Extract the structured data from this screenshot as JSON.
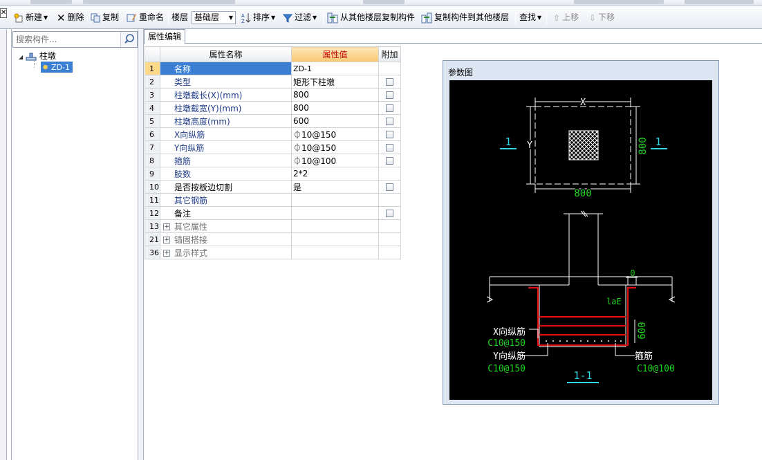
{
  "toolbar": {
    "new_label": "新建",
    "delete_label": "删除",
    "copy_label": "复制",
    "rename_label": "重命名",
    "floor_label": "楼层",
    "floor_value": "基础层",
    "sort_label": "排序",
    "filter_label": "过滤",
    "copy_from_floor_label": "从其他楼层复制构件",
    "copy_to_floor_label": "复制构件到其他楼层",
    "find_label": "查找",
    "move_up_label": "上移",
    "move_down_label": "下移"
  },
  "search": {
    "placeholder": "搜索构件..."
  },
  "tree": {
    "root_label": "柱墩",
    "child_label": "ZD-1"
  },
  "tabs": [
    {
      "label": "属性编辑"
    }
  ],
  "grid": {
    "headers": {
      "name": "属性名称",
      "value": "属性值",
      "extra": "附加"
    },
    "rows": [
      {
        "num": "1",
        "name": "名称",
        "value": "ZD-1",
        "check": false,
        "style": "blue",
        "selected": true
      },
      {
        "num": "2",
        "name": "类型",
        "value": "矩形下柱墩",
        "check": true,
        "style": "blue"
      },
      {
        "num": "3",
        "name": "柱墩截长(X)(mm)",
        "value": "800",
        "check": true,
        "style": "blue"
      },
      {
        "num": "4",
        "name": "柱墩截宽(Y)(mm)",
        "value": "800",
        "check": true,
        "style": "blue"
      },
      {
        "num": "5",
        "name": "柱墩高度(mm)",
        "value": "600",
        "check": true,
        "style": "blue"
      },
      {
        "num": "6",
        "name": "X向纵筋",
        "value": "⏀10@150",
        "check": true,
        "style": "blue"
      },
      {
        "num": "7",
        "name": "Y向纵筋",
        "value": "⏀10@150",
        "check": true,
        "style": "blue"
      },
      {
        "num": "8",
        "name": "箍筋",
        "value": "⏀10@100",
        "check": true,
        "style": "blue"
      },
      {
        "num": "9",
        "name": "肢数",
        "value": "2*2",
        "check": false,
        "style": "blue"
      },
      {
        "num": "10",
        "name": "是否按板边切割",
        "value": "是",
        "check": true,
        "style": "black"
      },
      {
        "num": "11",
        "name": "其它钢筋",
        "value": "",
        "check": false,
        "style": "blue"
      },
      {
        "num": "12",
        "name": "备注",
        "value": "",
        "check": true,
        "style": "black"
      },
      {
        "num": "13",
        "name": "其它属性",
        "value": "",
        "check": false,
        "style": "group"
      },
      {
        "num": "21",
        "name": "锚固搭接",
        "value": "",
        "check": false,
        "style": "group"
      },
      {
        "num": "36",
        "name": "显示样式",
        "value": "",
        "check": false,
        "style": "group"
      }
    ]
  },
  "diagram": {
    "title": "参数图",
    "plan_dim_x": "X",
    "plan_dim_y": "Y",
    "plan_width": "800",
    "plan_height": "800",
    "section_mark_left": "1",
    "section_mark_right": "1",
    "cover_dim": "0",
    "anchor_label": "laE",
    "height_dim": "600",
    "x_bar_label": "X向纵筋",
    "x_bar_spec": "C10@150",
    "y_bar_label": "Y向纵筋",
    "y_bar_spec": "C10@150",
    "stirrup_label": "箍筋",
    "stirrup_spec": "C10@100",
    "section_title": "1-1"
  },
  "colors": {
    "selection": "#3b7fd5",
    "header_highlight": "#f7c874",
    "diagram_bg": "#000000",
    "dim_green": "#1fd61f",
    "rebar_red": "#e01010",
    "mark_cyan": "#2fd8e8"
  }
}
